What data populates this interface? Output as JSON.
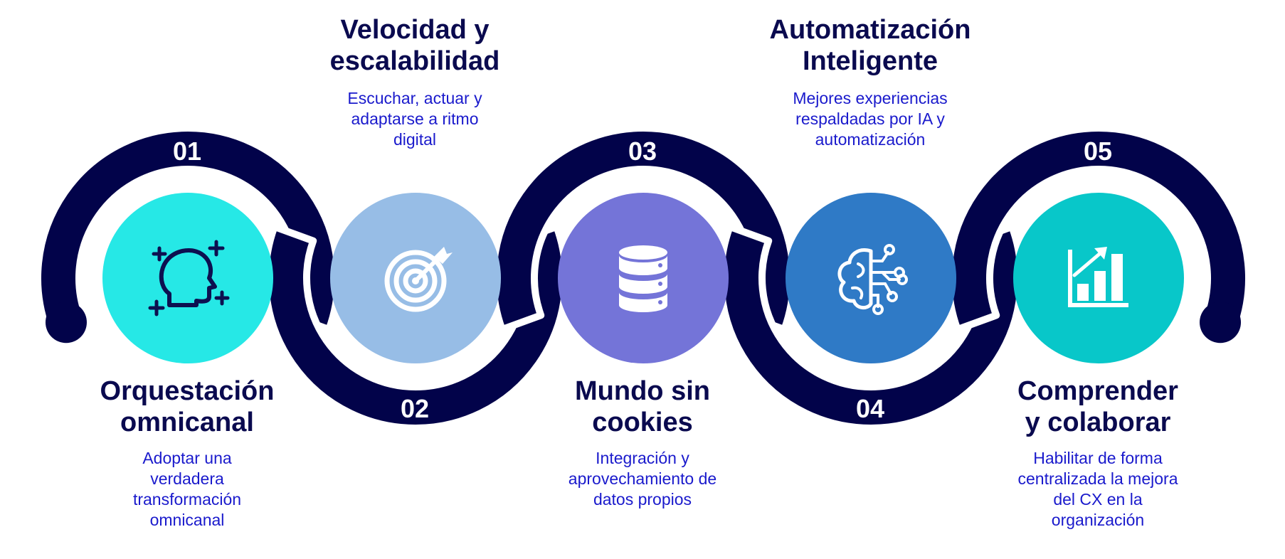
{
  "colors": {
    "ring": "#02034a",
    "title": "#0a0a4f",
    "description": "#1a1acc",
    "number": "#ffffff",
    "step_fills": [
      "#26e8e6",
      "#97bde6",
      "#7474d8",
      "#2f7ac6",
      "#08c7c9"
    ],
    "icon_colors": [
      "#0d1050",
      "#ffffff",
      "#ffffff",
      "#ffffff",
      "#ffffff"
    ]
  },
  "steps": [
    {
      "number": "01",
      "title": "Orquestación\nomnicanal",
      "description": "Adoptar una\nverdadera\ntransformación\nomnicanal",
      "icon": "head-sparkles-icon",
      "label_side": "bottom"
    },
    {
      "number": "02",
      "title": "Velocidad y\nescalabilidad",
      "description": "Escuchar, actuar y\nadaptarse a ritmo\ndigital",
      "icon": "target-arrow-icon",
      "label_side": "top"
    },
    {
      "number": "03",
      "title": "Mundo sin\ncookies",
      "description": "Integración y\naprovechamiento de\ndatos propios",
      "icon": "database-icon",
      "label_side": "bottom"
    },
    {
      "number": "04",
      "title": "Automatización\nInteligente",
      "description": "Mejores experiencias\nrespaldadas por IA y\nautomatización",
      "icon": "ai-brain-icon",
      "label_side": "top"
    },
    {
      "number": "05",
      "title": "Comprender\ny colaborar",
      "description": "Habilitar de forma\ncentralizada la mejora\ndel CX en la\norganización",
      "icon": "bar-chart-growth-icon",
      "label_side": "bottom"
    }
  ]
}
